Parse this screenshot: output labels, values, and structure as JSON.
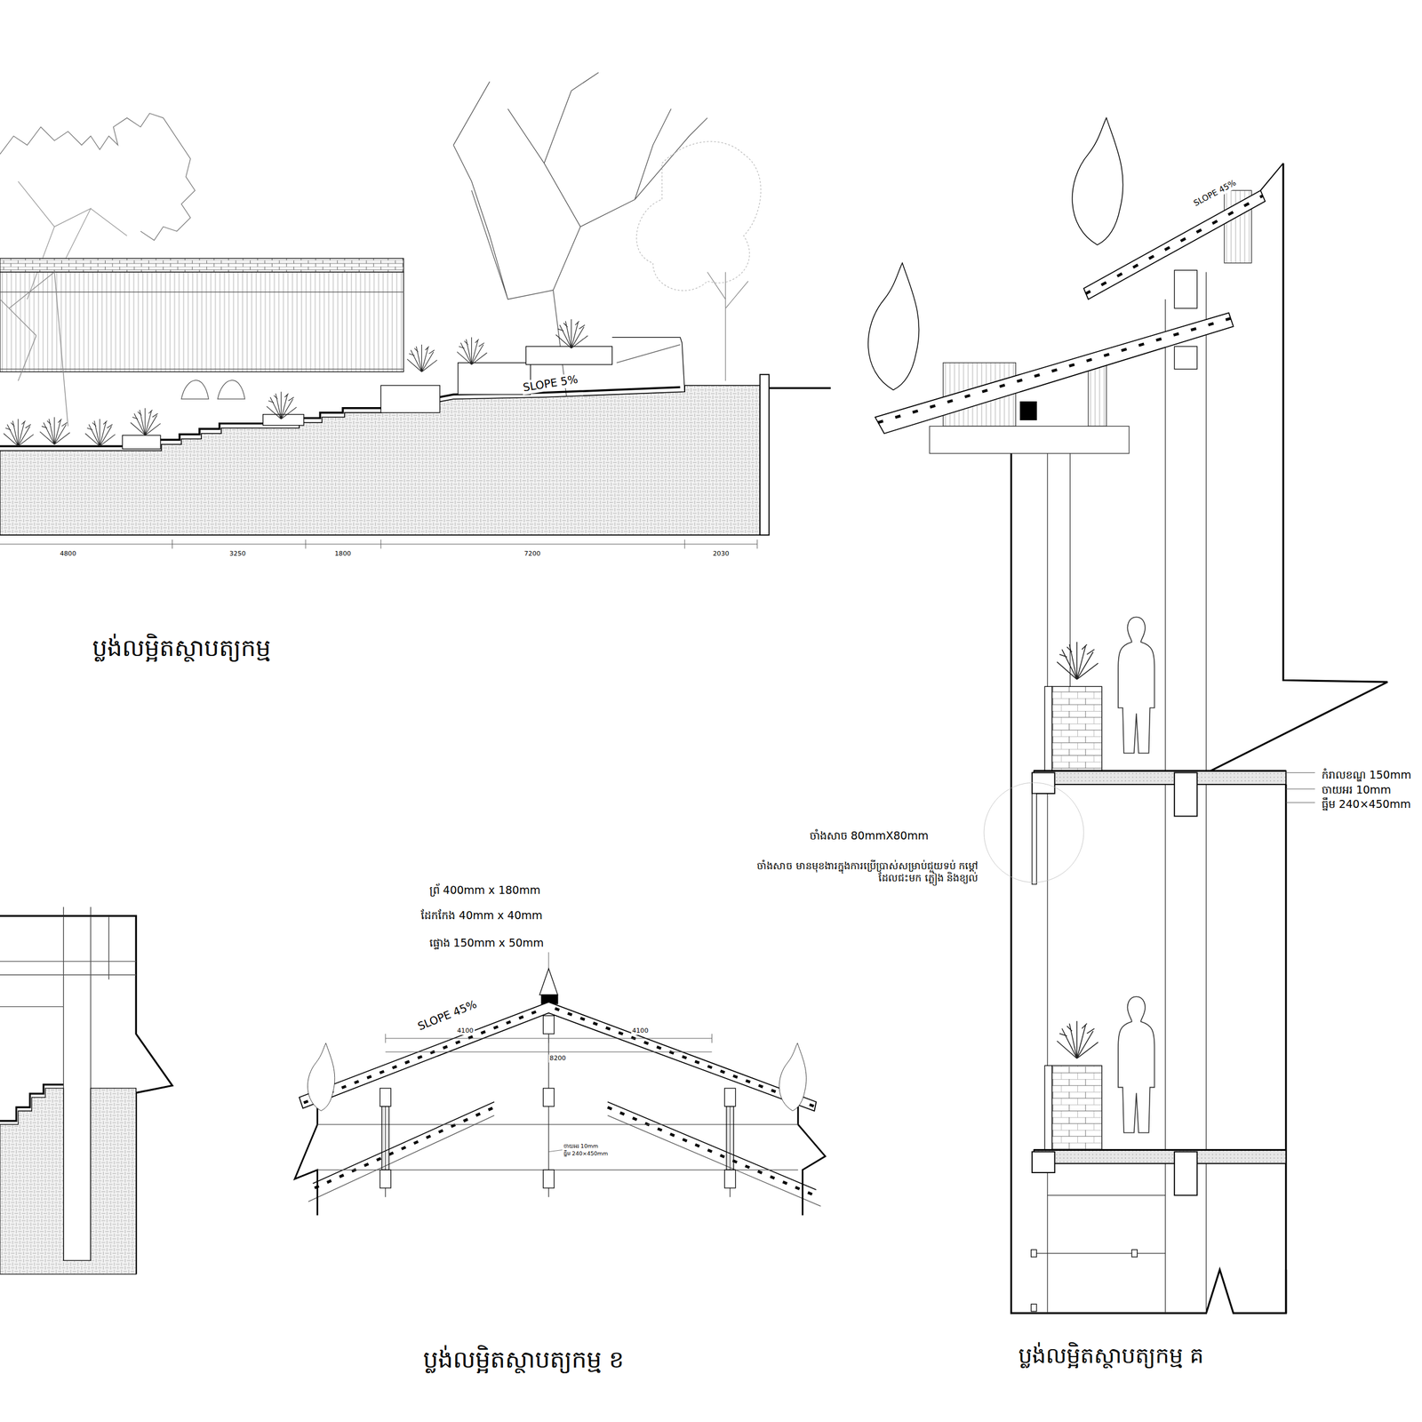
{
  "diagram": {
    "labels": [
      "ប្លង់លម្អិតស្ថាបត្យកម្ម",
      "SLOPE 5%",
      "4800",
      "3250",
      "1800",
      "7200",
      "2030",
      "SLOPE 45%",
      "ចាំងសាច 80mmX80mm",
      "ចាំងសាច មានមុខងារក្នុងការប្រើប្រាស់សម្រាប់ជួយទប់ កម្ដៅដែលជះមក ភ្លៀង និងខ្យល់",
      "កំរាលខណ្ឌ 150mm",
      "ចាយអរ 10mm",
      "ធ្នឹម 240×450mm",
      "ព្រ័ 400mm x 180mm",
      "ដែកកែង 40mm x 40mm",
      "ផ្ទោង 150mm x 50mm",
      "SLOPE 45%",
      "ចាយអរ 10mm",
      "ធ្នឹម 240×450mm",
      "4100",
      "4100",
      "8200",
      "ប្លង់លម្អិតស្ថាបត្យកម្ម ខ",
      "ប្លង់លម្អិតស្ថាបត្យកម្ម គ"
    ]
  }
}
